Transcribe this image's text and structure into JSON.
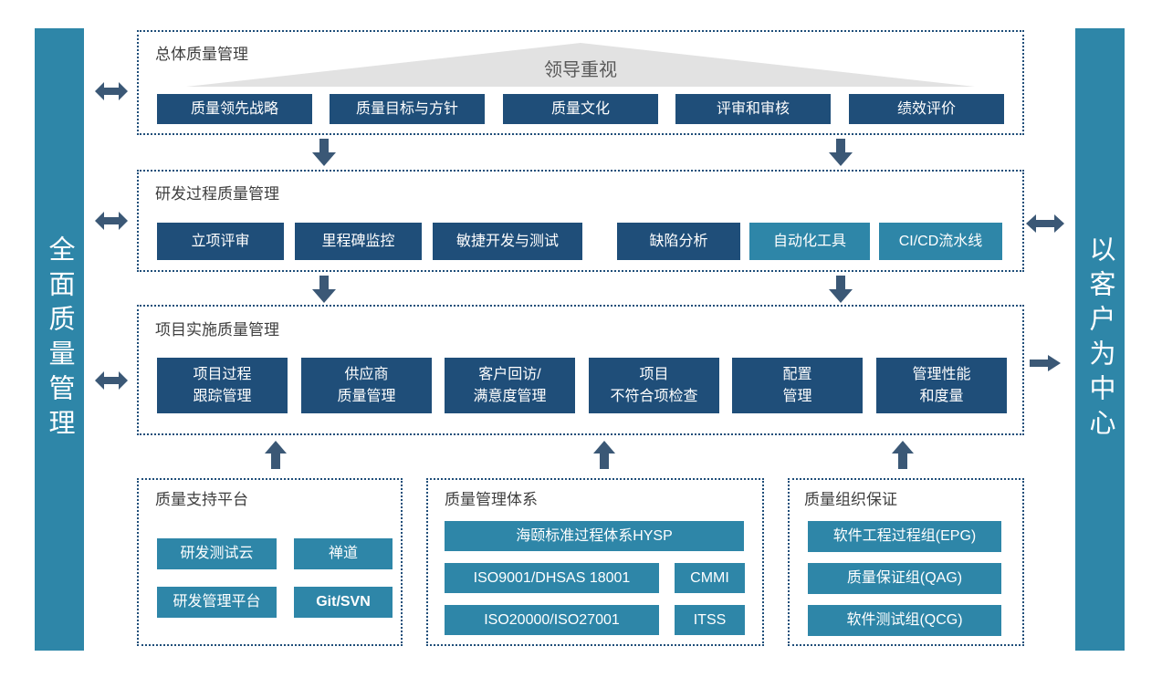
{
  "colors": {
    "dark_blue": "#1F4E79",
    "teal": "#2E86A8",
    "arrow": "#3B5876",
    "border": "#1F4E79",
    "triangle_fill": "#E2E2E2",
    "triangle_text": "#595959",
    "title_text": "#3F3F3F"
  },
  "left_bar": {
    "label": "全面质量管理"
  },
  "right_bar": {
    "label": "以客户为中心"
  },
  "sections": {
    "overall": {
      "title": "总体质量管理",
      "triangle_label": "领导重视",
      "buttons": [
        {
          "label": "质量领先战略"
        },
        {
          "label": "质量目标与方针"
        },
        {
          "label": "质量文化"
        },
        {
          "label": "评审和审核"
        },
        {
          "label": "绩效评价"
        }
      ]
    },
    "rd_process": {
      "title": "研发过程质量管理",
      "buttons": [
        {
          "label": "立项评审",
          "variant": "dark"
        },
        {
          "label": "里程碑监控",
          "variant": "dark"
        },
        {
          "label": "敏捷开发与测试",
          "variant": "dark"
        },
        {
          "label": "缺陷分析",
          "variant": "dark"
        },
        {
          "label": "自动化工具",
          "variant": "teal"
        },
        {
          "label": "CI/CD流水线",
          "variant": "teal"
        }
      ]
    },
    "project_impl": {
      "title": "项目实施质量管理",
      "buttons": [
        {
          "label": "项目过程\n跟踪管理"
        },
        {
          "label": "供应商\n质量管理"
        },
        {
          "label": "客户回访/\n满意度管理"
        },
        {
          "label": "项目\n不符合项检查"
        },
        {
          "label": "配置\n管理"
        },
        {
          "label": "管理性能\n和度量"
        }
      ]
    },
    "support_platform": {
      "title": "质量支持平台",
      "buttons": [
        {
          "label": "研发测试云"
        },
        {
          "label": "禅道"
        },
        {
          "label": "研发管理平台"
        },
        {
          "label": "Git/SVN"
        }
      ]
    },
    "quality_system": {
      "title": "质量管理体系",
      "buttons": [
        {
          "label": "海颐标准过程体系HYSP"
        },
        {
          "label": "ISO9001/DHSAS 18001"
        },
        {
          "label": "CMMI"
        },
        {
          "label": "ISO20000/ISO27001"
        },
        {
          "label": "ITSS"
        }
      ]
    },
    "quality_org": {
      "title": "质量组织保证",
      "buttons": [
        {
          "label": "软件工程过程组(EPG)"
        },
        {
          "label": "质量保证组(QAG)"
        },
        {
          "label": "软件测试组(QCG)"
        }
      ]
    }
  }
}
